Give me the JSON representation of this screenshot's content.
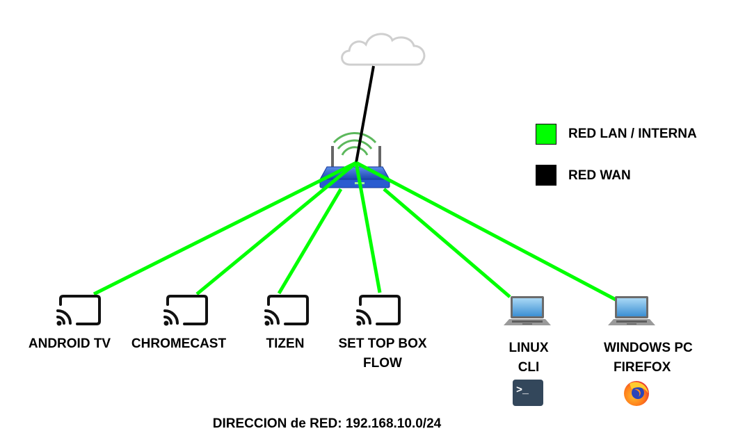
{
  "diagram": {
    "type": "network-topology",
    "legend": [
      {
        "label": "RED LAN / INTERNA",
        "color": "#00ff00"
      },
      {
        "label": "RED WAN",
        "color": "#000000"
      }
    ],
    "cloud": {
      "name": "internet",
      "icon": "cloud-icon"
    },
    "router": {
      "name": "router",
      "icon": "wifi-router-icon"
    },
    "devices": [
      {
        "id": "android-tv",
        "label": [
          "ANDROID TV"
        ],
        "icon": "cast-icon"
      },
      {
        "id": "chromecast",
        "label": [
          "CHROMECAST"
        ],
        "icon": "cast-icon"
      },
      {
        "id": "tizen",
        "label": [
          "TIZEN"
        ],
        "icon": "cast-icon"
      },
      {
        "id": "set-top-box",
        "label": [
          "SET TOP BOX",
          "FLOW"
        ],
        "icon": "cast-icon"
      },
      {
        "id": "linux",
        "label": [
          "LINUX",
          "CLI"
        ],
        "icon": "laptop-icon",
        "badge": "terminal-icon",
        "badge_text": ">_"
      },
      {
        "id": "windows-pc",
        "label": [
          "WINDOWS PC",
          "FIREFOX"
        ],
        "icon": "laptop-icon",
        "badge": "firefox-icon"
      }
    ],
    "links": [
      {
        "from": "router",
        "to": "internet",
        "network": "WAN",
        "color": "#000000"
      },
      {
        "from": "router",
        "to": "android-tv",
        "network": "LAN",
        "color": "#00ff00"
      },
      {
        "from": "router",
        "to": "chromecast",
        "network": "LAN",
        "color": "#00ff00"
      },
      {
        "from": "router",
        "to": "tizen",
        "network": "LAN",
        "color": "#00ff00"
      },
      {
        "from": "router",
        "to": "set-top-box",
        "network": "LAN",
        "color": "#00ff00"
      },
      {
        "from": "router",
        "to": "linux",
        "network": "LAN",
        "color": "#00ff00"
      },
      {
        "from": "router",
        "to": "windows-pc",
        "network": "LAN",
        "color": "#00ff00"
      }
    ],
    "network_address": "DIRECCION de RED: 192.168.10.0/24"
  }
}
